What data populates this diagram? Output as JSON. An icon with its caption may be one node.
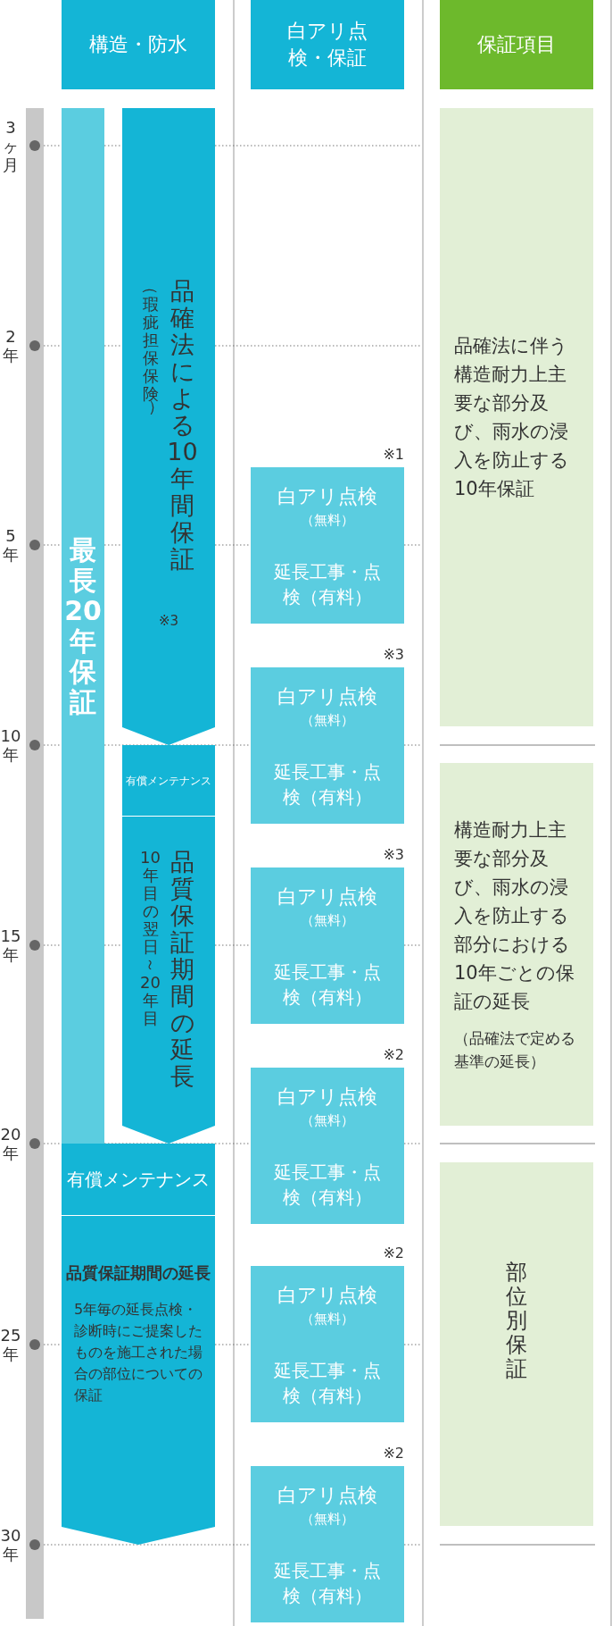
{
  "diagram": {
    "nodes": [
      {
        "text": [
          "構造・防水"
        ]
      },
      {
        "text": [
          "白アリ点検・保証"
        ]
      },
      {
        "text": [
          "保証項目"
        ]
      },
      {
        "text": [
          "最長20年保証"
        ]
      },
      {
        "text": [
          "品確法による10年間保証",
          "（瑕疵担保保険）",
          "※3"
        ]
      },
      {
        "text": [
          "有償メンテナンス"
        ]
      },
      {
        "text": [
          "品質保証期間の延長",
          "10年目の翌日～20年目"
        ]
      },
      {
        "text": [
          "有償メンテナンス"
        ]
      },
      {
        "text": [
          "品質保証期間の延長",
          "5年毎の延長点検・診断時にご提案したものを施工された場合の部位についての保証"
        ]
      },
      {
        "text": [
          "白アリ点検",
          "（無料）"
        ],
        "beside": [
          "※1"
        ]
      },
      {
        "text": [
          "延長工事・点検（有料）"
        ]
      },
      {
        "text": [
          "白アリ点検",
          "（無料）"
        ],
        "beside": [
          "※3"
        ]
      },
      {
        "text": [
          "延長工事・点検（有料）"
        ]
      },
      {
        "text": [
          "白アリ点検",
          "（無料）"
        ],
        "beside": [
          "※3"
        ]
      },
      {
        "text": [
          "延長工事・点検（有料）"
        ]
      },
      {
        "text": [
          "白アリ点検",
          "（無料）"
        ],
        "beside": [
          "※2"
        ]
      },
      {
        "text": [
          "延長工事・点検（有料）"
        ]
      },
      {
        "text": [
          "白アリ点検",
          "（無料）"
        ],
        "beside": [
          "※2"
        ]
      },
      {
        "text": [
          "延長工事・点検（有料）"
        ]
      },
      {
        "text": [
          "白アリ点検",
          "（無料）"
        ],
        "beside": [
          "※2"
        ]
      },
      {
        "text": [
          "延長工事・点検（有料）"
        ]
      },
      {
        "text": [
          "品確法に伴う構造耐力上主要な部分及び、雨水の浸入を防止する10年保証"
        ]
      },
      {
        "text": [
          "構造耐力上主要な部分及び、雨水の浸入を防止する部分における10年ごとの保証の延長",
          "（品確法で定める基準の延長）"
        ]
      },
      {
        "text": [
          "部位別保証"
        ]
      }
    ],
    "labels": [
      "3ヶ月",
      "2年",
      "5年",
      "10年",
      "15年",
      "20年",
      "25年",
      "30年"
    ]
  }
}
